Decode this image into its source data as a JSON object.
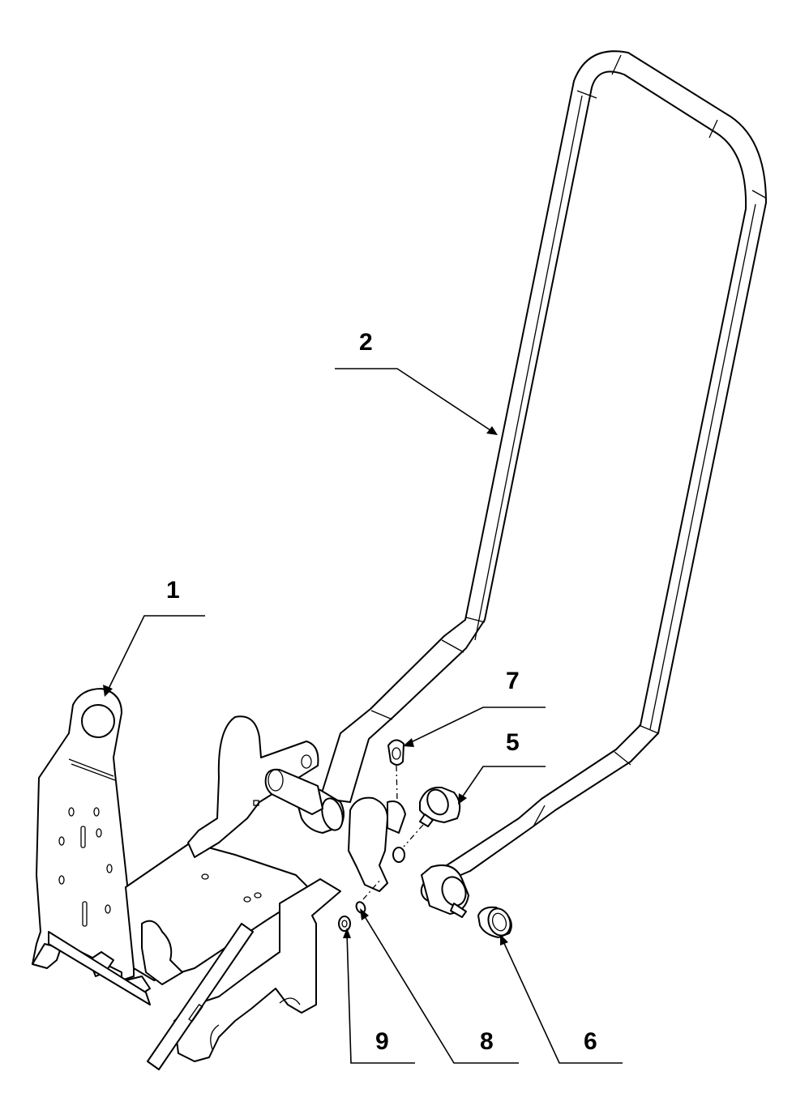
{
  "callouts": [
    {
      "id": "c1",
      "label": "1"
    },
    {
      "id": "c2",
      "label": "2"
    },
    {
      "id": "c5",
      "label": "5"
    },
    {
      "id": "c6",
      "label": "6"
    },
    {
      "id": "c7",
      "label": "7"
    },
    {
      "id": "c8",
      "label": "8"
    },
    {
      "id": "c9",
      "label": "9"
    }
  ]
}
